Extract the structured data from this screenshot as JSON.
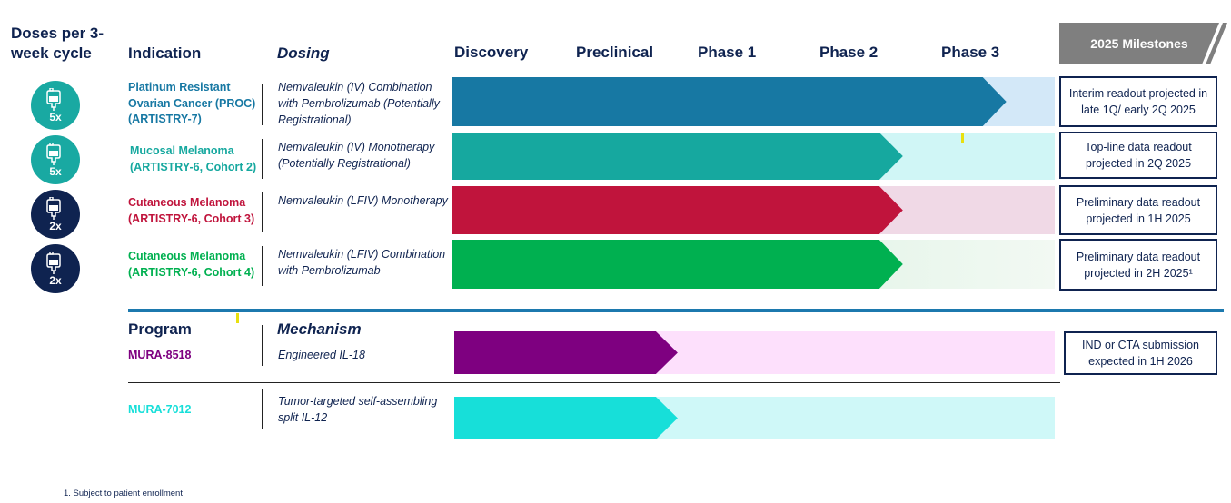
{
  "headers": {
    "doses": "Doses per 3-week cycle",
    "indication": "Indication",
    "dosing": "Dosing",
    "program": "Program",
    "mechanism": "Mechanism",
    "milestones": "2025 Milestones",
    "phases": [
      "Discovery",
      "Preclinical",
      "Phase 1",
      "Phase 2",
      "Phase 3"
    ]
  },
  "colors": {
    "navy": "#0f2350",
    "teal": "#19a9a2",
    "rowBlue": "#1778a3",
    "rowBlueLight": "#d3e8f8",
    "rowTeal": "#16a89f",
    "rowTealLight": "#d0f6f6",
    "rowRed": "#c0143c",
    "rowRedLight": "#f0d9e6",
    "rowGreen": "#00b050",
    "rowGreenLight": "#cfeed8",
    "purple": "#7e0080",
    "purpleLight": "#fde0fc",
    "cyan": "#17dfd9",
    "cyanLight": "#cff8f8",
    "divider": "#1c79ae",
    "milestonesGray": "#7f7f7f"
  },
  "rows": [
    {
      "dose": "5x",
      "dose_color": "#19a9a2",
      "indication": "Platinum Resistant Ovarian Cancer (PROC) (ARTISTRY-7)",
      "indication_color": "#1778a3",
      "dosing": "Nemvaleukin (IV) Combination with Pembrolizumab (Potentially Registrational)",
      "progress_phase": 4.55,
      "bar_color": "#1778a3",
      "bg_color": "#d3e8f8",
      "milestone": "Interim readout projected in late 1Q/ early 2Q 2025"
    },
    {
      "dose": "5x",
      "dose_color": "#19a9a2",
      "indication": "Mucosal Melanoma (ARTISTRY-6, Cohort 2)",
      "indication_color": "#16a89f",
      "dosing": "Nemvaleukin (IV) Monotherapy (Potentially Registrational)",
      "progress_phase": 3.7,
      "bar_color": "#16a89f",
      "bg_color": "#d0f6f6",
      "milestone": "Top-line data readout projected in 2Q 2025"
    },
    {
      "dose": "2x",
      "dose_color": "#0f2350",
      "indication": "Cutaneous Melanoma (ARTISTRY-6, Cohort 3)",
      "indication_color": "#c0143c",
      "dosing": "Nemvaleukin (LFIV) Monotherapy",
      "progress_phase": 3.7,
      "bar_color": "#c0143c",
      "bg_color": "#f0d9e6",
      "milestone": "Preliminary data readout projected in 1H 2025"
    },
    {
      "dose": "2x",
      "dose_color": "#0f2350",
      "indication": "Cutaneous Melanoma (ARTISTRY-6, Cohort 4)",
      "indication_color": "#00b050",
      "dosing": "Nemvaleukin (LFIV) Combination with Pembrolizumab",
      "progress_phase": 3.7,
      "bar_color": "#00b050",
      "bg_color": "#cfeed8",
      "milestone": "Preliminary data readout projected in 2H 2025¹"
    }
  ],
  "programs": [
    {
      "name": "MURA-8518",
      "name_color": "#7e0080",
      "mechanism": "Engineered IL-18",
      "progress_phase": 1.85,
      "bar_color": "#7e0080",
      "bg_color": "#fde0fc",
      "milestone": "IND or CTA submission expected in 1H 2026"
    },
    {
      "name": "MURA-7012",
      "name_color": "#17dfd9",
      "mechanism": "Tumor-targeted self-assembling split IL-12",
      "progress_phase": 1.85,
      "bar_color": "#17dfd9",
      "bg_color": "#cff8f8",
      "milestone": ""
    }
  ],
  "footnote": "1. Subject to patient enrollment"
}
